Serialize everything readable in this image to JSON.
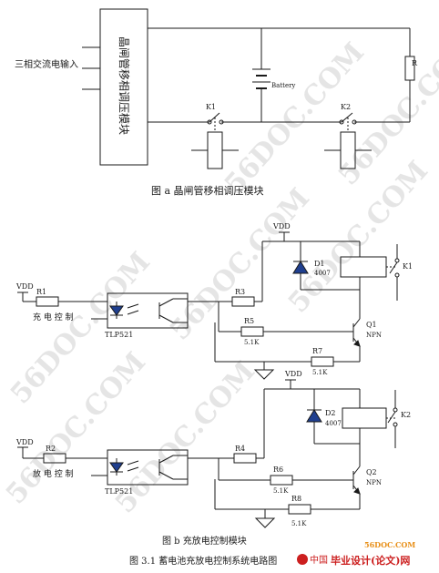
{
  "figure_a": {
    "module_label": "晶闸管移相调压模块",
    "input_label": "三相交流电输入",
    "battery_label": "Battery",
    "resistor_label": "R",
    "switch1_label": "K1",
    "switch2_label": "K2",
    "caption": "图 a   晶闸管移相调压模块"
  },
  "figure_b": {
    "charge": {
      "vdd_left": "VDD",
      "r1": "R1",
      "control_label": "充 电 控 制",
      "optocoupler": "TLP521",
      "r3": "R3",
      "r5": "R5",
      "r5_value": "5.1K",
      "r7": "R7",
      "r7_value": "5.1K",
      "vdd_top": "VDD",
      "diode": "D1",
      "diode_model": "4007",
      "transistor": "Q1",
      "transistor_type": "NPN",
      "relay": "K1"
    },
    "discharge": {
      "vdd_left": "VDD",
      "r2": "R2",
      "control_label": "放 电 控 制",
      "optocoupler": "TLP521",
      "r4": "R4",
      "r6": "R6",
      "r6_value": "5.1K",
      "r8": "R8",
      "r8_value": "5.1K",
      "vdd_top": "VDD",
      "diode": "D2",
      "diode_model": "4007",
      "transistor": "Q2",
      "transistor_type": "NPN",
      "relay": "K2"
    },
    "caption": "图 b   充放电控制模块"
  },
  "figure_caption": "图 3.1  蓄电池充放电控制系统电路图",
  "watermarks": {
    "text": "56DOC.COM",
    "site_url": "56DOC.COM",
    "site_name": "毕业设计(论文)网",
    "site_prefix": "中国"
  },
  "colors": {
    "line": "#1a1a1a",
    "diode_fill": "#1f3f8f",
    "watermark": "#e5e5e5",
    "brand_red": "#cc1f1f",
    "brand_orange": "#e8901a"
  }
}
